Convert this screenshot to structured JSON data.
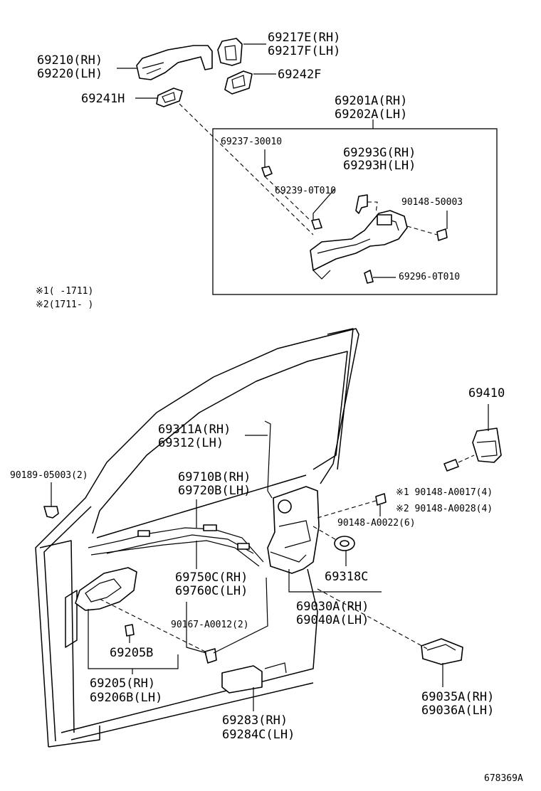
{
  "labels": {
    "p69210": "69210(RH)",
    "p69220": "69220(LH)",
    "p69217e": "69217E(RH)",
    "p69217f": "69217F(LH)",
    "p69242f": "69242F",
    "p69241h": "69241H",
    "p69201a": "69201A(RH)",
    "p69202a": "69202A(LH)",
    "p69237": "69237-30010",
    "p69293g": "69293G(RH)",
    "p69293h": "69293H(LH)",
    "p69239": "69239-0T010",
    "p90148_50003": "90148-50003",
    "p69296": "69296-0T010",
    "note1": "※1(   -1711)",
    "note2": "※2(1711-   )",
    "p69410": "69410",
    "p69311a": "69311A(RH)",
    "p69312": "69312(LH)",
    "p90189": "90189-05003(2)",
    "p69710b": "69710B(RH)",
    "p69720b": "69720B(LH)",
    "p90148_a0017": "※1 90148-A0017(4)",
    "p90148_a0028": "※2 90148-A0028(4)",
    "p90148_a0022": "90148-A0022(6)",
    "p69750c": "69750C(RH)",
    "p69760c": "69760C(LH)",
    "p69318c": "69318C",
    "p90167": "90167-A0012(2)",
    "p69030a": "69030A(RH)",
    "p69040a": "69040A(LH)",
    "p69205b": "69205B",
    "p69205": "69205(RH)",
    "p69206b": "69206B(LH)",
    "p69283": "69283(RH)",
    "p69284c": "69284C(LH)",
    "p69035a": "69035A(RH)",
    "p69036a": "69036A(LH)",
    "ref": "678369A"
  }
}
